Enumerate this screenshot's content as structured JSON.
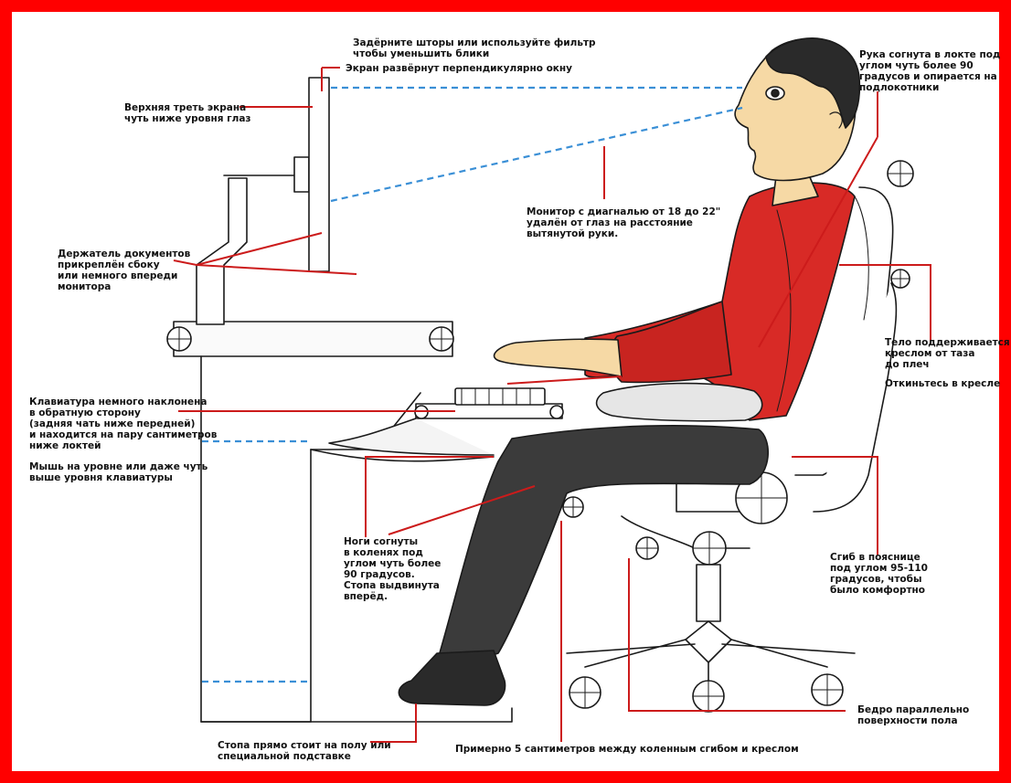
{
  "colors": {
    "frame": "#ff0000",
    "leader": "#cc1b1b",
    "sightline": "#3a8fd6",
    "shirt": "#d82a26",
    "pants": "#3b3b3b",
    "skin": "#f6d9a5",
    "hair": "#2a2a2a",
    "outline": "#1a1a1a"
  },
  "labels": {
    "blinds": "Задёрните шторы или используйте фильтр\nчтобы уменьшить блики",
    "screen_perpendicular": "Экран развёрнут перпендикулярно окну",
    "screen_top": "Верхняя треть экрана\nчуть ниже уровня глаз",
    "doc_holder": "Держатель документов\nприкреплён сбоку\nили немного впереди\nмонитора",
    "arm_bent": "Рука согнута в локте под\nуглом чуть более 90\nградусов и опирается на\nподлокотники",
    "monitor": "Монитор с диагналью от 18 до 22\"\nудалён от глаз на расстояние\nвытянутой руки.",
    "body_support": "Тело поддерживается\nкреслом от таза\nдо плеч",
    "lean_back": "Откиньтесь в кресле",
    "keyboard": "Клавиатура немного наклонена\nв обратную сторону\n(задняя чать ниже передней)\nи находится на пару сантиметров\nниже локтей",
    "mouse": "Мышь на уровне или даже чуть\nвыше уровня клавиатуры",
    "legs": "Ноги согнуты\nв коленях под\nуглом чуть более\n90 градусов.\nСтопа выдвинута\nвперёд.",
    "lumbar": "Сгиб в пояснице\nпод углом 95-110\nградусов, чтобы\nбыло комфортно",
    "thigh": "Бедро параллельно\nповерхности пола",
    "foot": "Стопа прямо стоит на полу или\nспециальной подставке",
    "knee_gap": "Примерно 5 сантиметров между коленным сгибом и креслом"
  }
}
